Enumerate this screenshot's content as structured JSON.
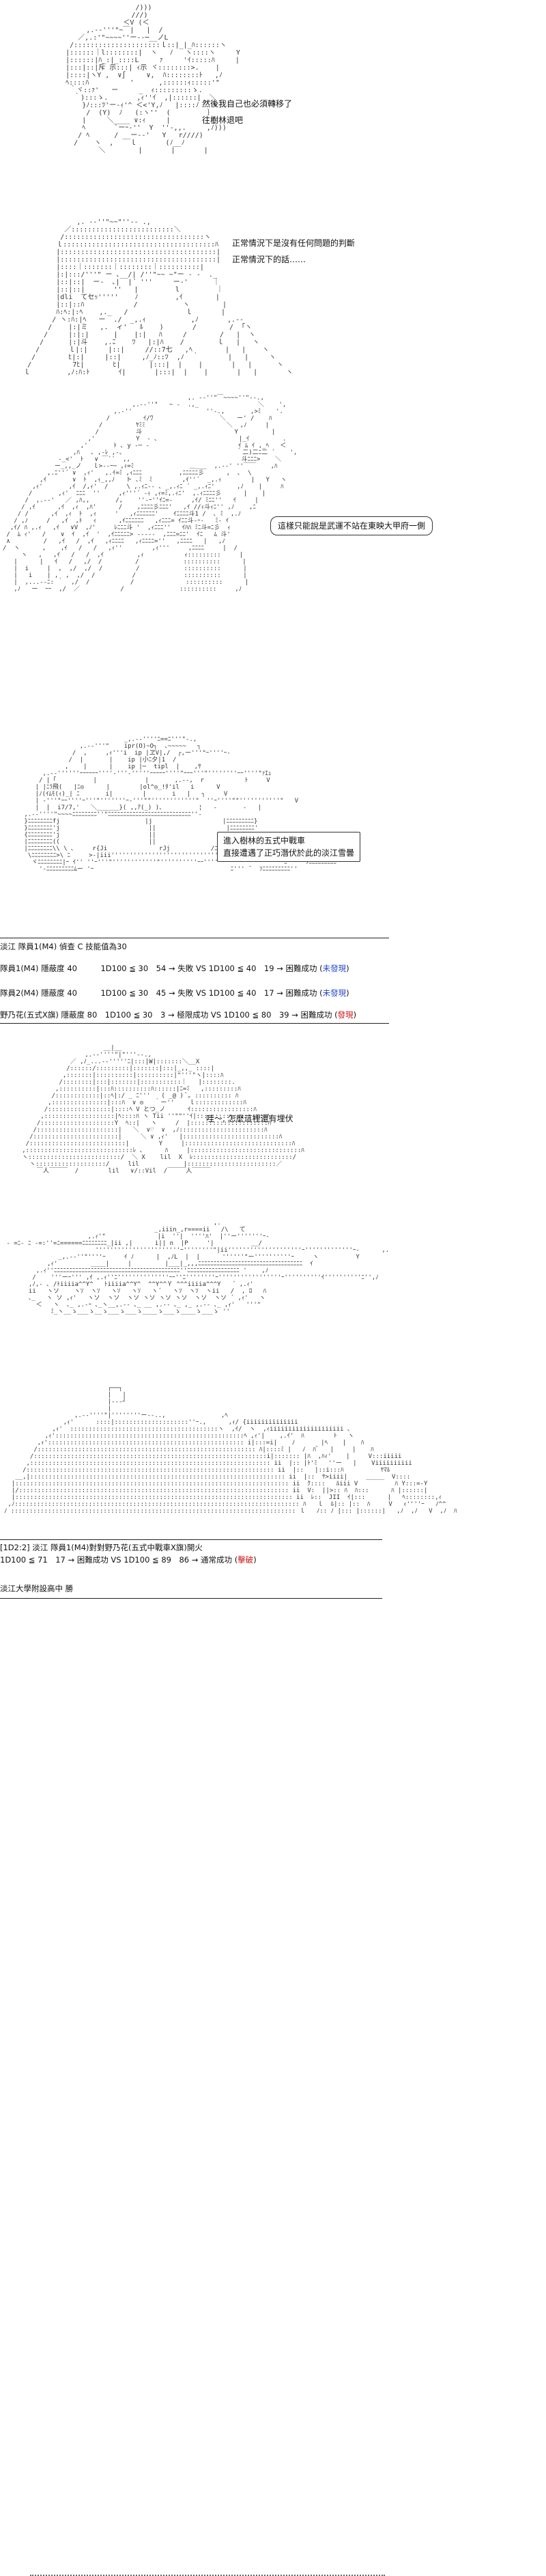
{
  "panel1": {
    "lines": [
      "然後我自己也必須轉移了",
      "往樹林退吧"
    ]
  },
  "panel2": {
    "lines": [
      "正常情況下是沒有任何問題的判斷",
      "正常情況下的話……"
    ]
  },
  "panel3": {
    "bubble": "這樣只能說是武運不站在東映大甲府一側"
  },
  "panel4": {
    "bubble_lines": [
      "進入樹林的五式中戰車",
      "直接遭遇了正巧潛伏於此的淡江雪曇"
    ]
  },
  "log1": {
    "line1": "淡江 隊員1(M4) 偵查 C 技能值為30",
    "line2": {
      "text": "隊員1(M4) 隱蔽度 40　　　1D100 ≦ 30　54 → 失敗 VS 1D100 ≦ 40　19 → 困難成功 (",
      "status": "未發現",
      "close": ")"
    },
    "line3": {
      "text": "隊員2(M4) 隱蔽度 40　　　1D100 ≦ 30　45 → 失敗 VS 1D100 ≦ 40　17 → 困難成功 (",
      "status": "未發現",
      "close": ")"
    },
    "line4": {
      "text": "野乃花(五式X旗) 隱蔽度 80　1D100 ≦ 30　3 → 極限成功 VS 1D100 ≦ 80　39 → 困難成功 (",
      "status": "發現",
      "close": ")"
    }
  },
  "panel5": {
    "line": "哇～, 怎麼這裡還有埋伏"
  },
  "log2": {
    "line1": "[1D2:2] 淡江 隊員1(M4)對對野乃花(五式中戰車X旗)開火",
    "line2": {
      "text": "1D100 ≦ 71　17 → 困難成功 VS 1D100 ≦ 89　86 → 通常成功 (",
      "status": "擊破",
      "close": ")"
    },
    "line3": "淡江大學附設高中 勝"
  }
}
